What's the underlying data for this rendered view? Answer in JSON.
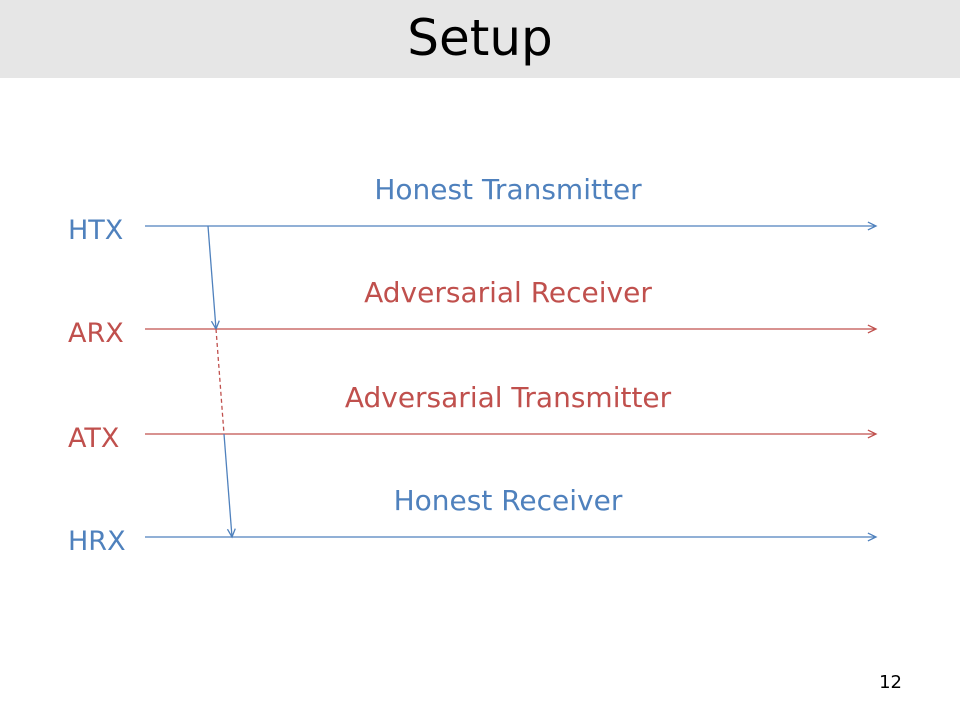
{
  "slide": {
    "title": "Setup",
    "page_number": "12"
  },
  "colors": {
    "honest": "#4f81bd",
    "adversarial": "#c0504d",
    "title_bar": "#e6e6e6"
  },
  "lanes": [
    {
      "id": "htx",
      "label": "HTX",
      "caption": "Honest Transmitter",
      "role": "honest"
    },
    {
      "id": "arx",
      "label": "ARX",
      "caption": "Adversarial Receiver",
      "role": "adversarial"
    },
    {
      "id": "atx",
      "label": "ATX",
      "caption": "Adversarial Transmitter",
      "role": "adversarial"
    },
    {
      "id": "hrx",
      "label": "HRX",
      "caption": "Honest Receiver",
      "role": "honest"
    }
  ],
  "messages": [
    {
      "from": "htx",
      "to": "arx",
      "style": "solid",
      "role": "honest"
    },
    {
      "from": "arx",
      "to": "atx",
      "style": "dashed",
      "role": "adversarial"
    },
    {
      "from": "atx",
      "to": "hrx",
      "style": "solid",
      "role": "honest"
    }
  ]
}
